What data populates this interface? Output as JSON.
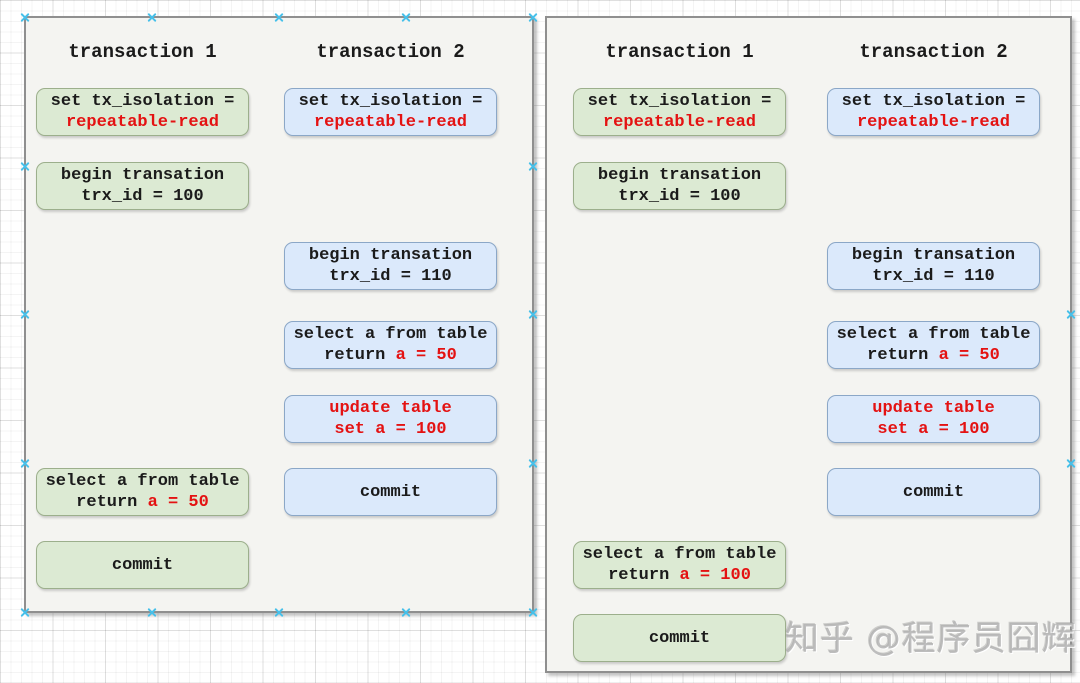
{
  "colors": {
    "canvas_background": "#ffffff",
    "panel_fill": "#f4f4f1",
    "panel_stroke": "#8f8f8f",
    "green_fill": "#dcead3",
    "green_stroke": "#9caf8c",
    "blue_fill": "#dbe9fb",
    "blue_stroke": "#8ba7c7",
    "text_black": "#1b1b1b",
    "text_red": "#e41212",
    "selection_handle": "#46c0ea"
  },
  "watermark": {
    "text": "知乎 @程序员囧辉"
  },
  "panels": {
    "left": {
      "header_t1": "transaction 1",
      "header_t2": "transaction 2",
      "boxes": {
        "t1_set": {
          "l1": "set tx_isolation =",
          "l2_red": "repeatable-read"
        },
        "t1_begin": {
          "l1": "begin transation",
          "l2": "trx_id = 100"
        },
        "t1_select": {
          "l1": "select a from table",
          "l2": "return ",
          "l2_red": "a = 50"
        },
        "t1_commit": {
          "l1": "commit"
        },
        "t2_set": {
          "l1": "set tx_isolation =",
          "l2_red": "repeatable-read"
        },
        "t2_begin": {
          "l1": "begin transation",
          "l2": "trx_id = 110"
        },
        "t2_select": {
          "l1": "select a from table",
          "l2": "return ",
          "l2_red": "a = 50"
        },
        "t2_update": {
          "l1_red": "update table",
          "l2_red": "set a = 100"
        },
        "t2_commit": {
          "l1": "commit"
        }
      }
    },
    "right": {
      "header_t1": "transaction 1",
      "header_t2": "transaction 2",
      "boxes": {
        "t1_set": {
          "l1": "set tx_isolation =",
          "l2_red": "repeatable-read"
        },
        "t1_begin": {
          "l1": "begin transation",
          "l2": "trx_id = 100"
        },
        "t1_select": {
          "l1": "select a from table",
          "l2": "return ",
          "l2_red": "a = 100"
        },
        "t1_commit": {
          "l1": "commit"
        },
        "t2_set": {
          "l1": "set tx_isolation =",
          "l2_red": "repeatable-read"
        },
        "t2_begin": {
          "l1": "begin transation",
          "l2": "trx_id = 110"
        },
        "t2_select": {
          "l1": "select a from table",
          "l2": "return ",
          "l2_red": "a = 50"
        },
        "t2_update": {
          "l1_red": "update table",
          "l2_red": "set a = 100"
        },
        "t2_commit": {
          "l1": "commit"
        }
      }
    }
  }
}
